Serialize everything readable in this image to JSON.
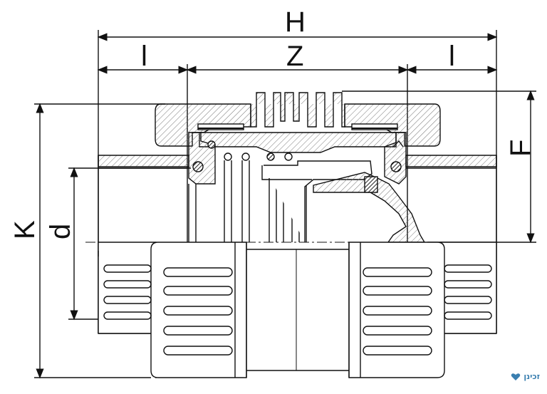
{
  "dimensions": {
    "H": "H",
    "Z": "Z",
    "l_left": "l",
    "l_right": "l",
    "K": "K",
    "d": "d",
    "F": "F"
  },
  "logo": {
    "text": "זכינן",
    "icon": "heart-icon",
    "color": "#3a7fb0"
  },
  "colors": {
    "line": "#111111",
    "hatch": "#555555"
  }
}
